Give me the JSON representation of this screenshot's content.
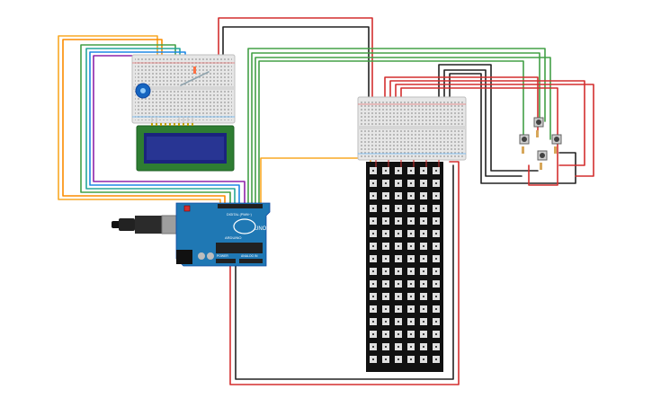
{
  "arduino": {
    "logo_text": "UNO",
    "brand_text": "ARDUINO",
    "digital_label": "DIGITAL (PWM~)",
    "power_label": "POWER",
    "analog_label": "ANALOG IN"
  },
  "colors": {
    "background": "#ffffff",
    "breadboard": "#e6e6e6",
    "arduino_board": "#1f78b4",
    "lcd_body": "#2e7d32",
    "lcd_screen": "#1a237e",
    "led_matrix": "#111111",
    "wire_red": "#d32f2f",
    "wire_black": "#222222",
    "wire_green": "#43a047",
    "wire_yellow": "#f9a825",
    "wire_orange": "#fb8c00",
    "wire_blue": "#1e88e5",
    "wire_purple": "#8e24aa",
    "wire_teal": "#26a69a"
  },
  "icons": {
    "usb": "usb-cable-icon",
    "potentiometer": "potentiometer-icon",
    "pushbutton": "pushbutton-icon",
    "led": "rgb-led-icon"
  }
}
